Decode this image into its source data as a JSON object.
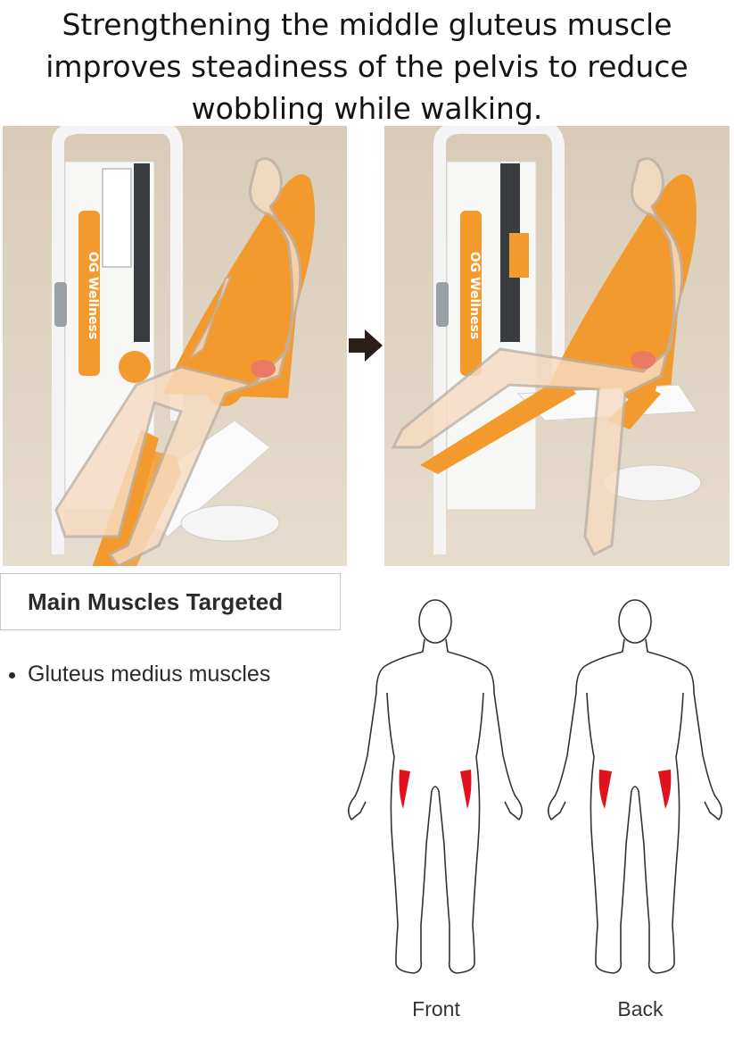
{
  "headline": {
    "line1": "Strengthening the middle gluteus muscle",
    "line2": "improves steadiness of the pelvis to reduce",
    "line3": "wobbling while walking."
  },
  "machine": {
    "brand_text": "OG Wellness",
    "accent_color": "#f29a2e",
    "background_color": "#ded2c1"
  },
  "muscles": {
    "title": "Main Muscles Targeted",
    "items": [
      "Gluteus medius muscles"
    ]
  },
  "figures": {
    "front_label": "Front",
    "back_label": "Back",
    "highlight_color": "#e0121b"
  }
}
